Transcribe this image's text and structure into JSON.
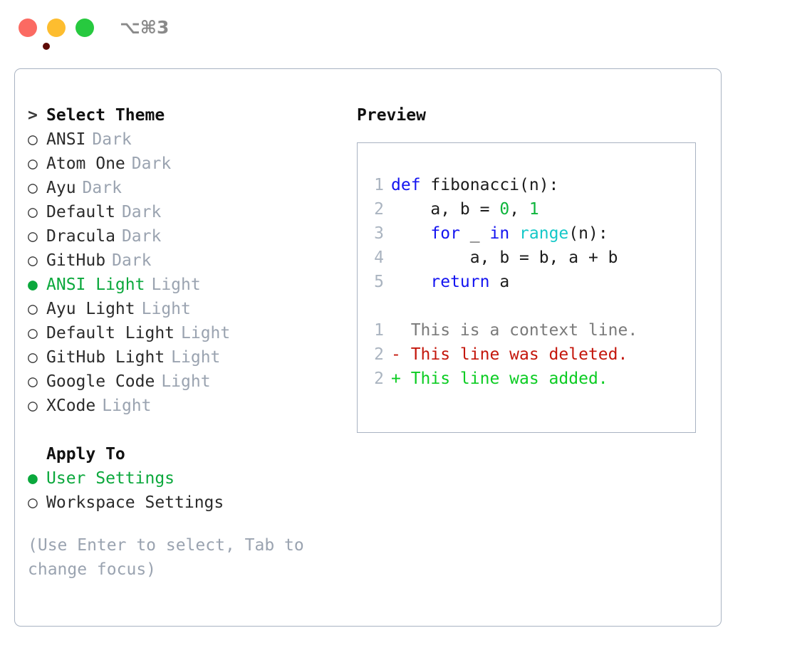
{
  "titlebar": {
    "shortcut": "⌥⌘3",
    "traffic_lights": {
      "close_color": "#fb6a62",
      "minimize_color": "#fdbd2f",
      "maximize_color": "#27c93f"
    }
  },
  "theme_picker": {
    "header": "Select Theme",
    "header_marker": ">",
    "selected_marker": "●",
    "unselected_marker": "○",
    "selected_color": "#0ba83c",
    "items": [
      {
        "name": "ANSI",
        "tag": "Dark",
        "selected": false
      },
      {
        "name": "Atom One",
        "tag": "Dark",
        "selected": false
      },
      {
        "name": "Ayu",
        "tag": "Dark",
        "selected": false
      },
      {
        "name": "Default",
        "tag": "Dark",
        "selected": false
      },
      {
        "name": "Dracula",
        "tag": "Dark",
        "selected": false
      },
      {
        "name": "GitHub",
        "tag": "Dark",
        "selected": false
      },
      {
        "name": "ANSI Light",
        "tag": "Light",
        "selected": true
      },
      {
        "name": "Ayu Light",
        "tag": "Light",
        "selected": false
      },
      {
        "name": "Default Light",
        "tag": "Light",
        "selected": false
      },
      {
        "name": "GitHub Light",
        "tag": "Light",
        "selected": false
      },
      {
        "name": "Google Code",
        "tag": "Light",
        "selected": false
      },
      {
        "name": "XCode",
        "tag": "Light",
        "selected": false
      }
    ]
  },
  "apply_to": {
    "label": "Apply To",
    "items": [
      {
        "name": "User Settings",
        "selected": true
      },
      {
        "name": "Workspace Settings",
        "selected": false
      }
    ]
  },
  "hint": "(Use Enter to select, Tab to change focus)",
  "preview": {
    "title": "Preview",
    "code_lines": [
      {
        "num": "1",
        "tokens": [
          {
            "t": "def ",
            "c": "kw"
          },
          {
            "t": "fibonacci(n):",
            "c": "plain"
          }
        ]
      },
      {
        "num": "2",
        "tokens": [
          {
            "t": "    a, b = ",
            "c": "plain"
          },
          {
            "t": "0",
            "c": "num"
          },
          {
            "t": ", ",
            "c": "plain"
          },
          {
            "t": "1",
            "c": "num"
          }
        ]
      },
      {
        "num": "3",
        "tokens": [
          {
            "t": "    ",
            "c": "plain"
          },
          {
            "t": "for",
            "c": "kw"
          },
          {
            "t": " _ ",
            "c": "plain"
          },
          {
            "t": "in",
            "c": "kw"
          },
          {
            "t": " ",
            "c": "plain"
          },
          {
            "t": "range",
            "c": "fn"
          },
          {
            "t": "(n):",
            "c": "plain"
          }
        ]
      },
      {
        "num": "4",
        "tokens": [
          {
            "t": "        a, b = b, a + b",
            "c": "plain"
          }
        ]
      },
      {
        "num": "5",
        "tokens": [
          {
            "t": "    ",
            "c": "plain"
          },
          {
            "t": "return",
            "c": "kw"
          },
          {
            "t": " a",
            "c": "plain"
          }
        ]
      }
    ],
    "diff_lines": [
      {
        "num": "1",
        "sign": " ",
        "text": " This is a context line.",
        "kind": "ctx"
      },
      {
        "num": "2",
        "sign": "-",
        "text": " This line was deleted.",
        "kind": "del"
      },
      {
        "num": "2",
        "sign": "+",
        "text": " This line was added.",
        "kind": "add"
      }
    ]
  }
}
